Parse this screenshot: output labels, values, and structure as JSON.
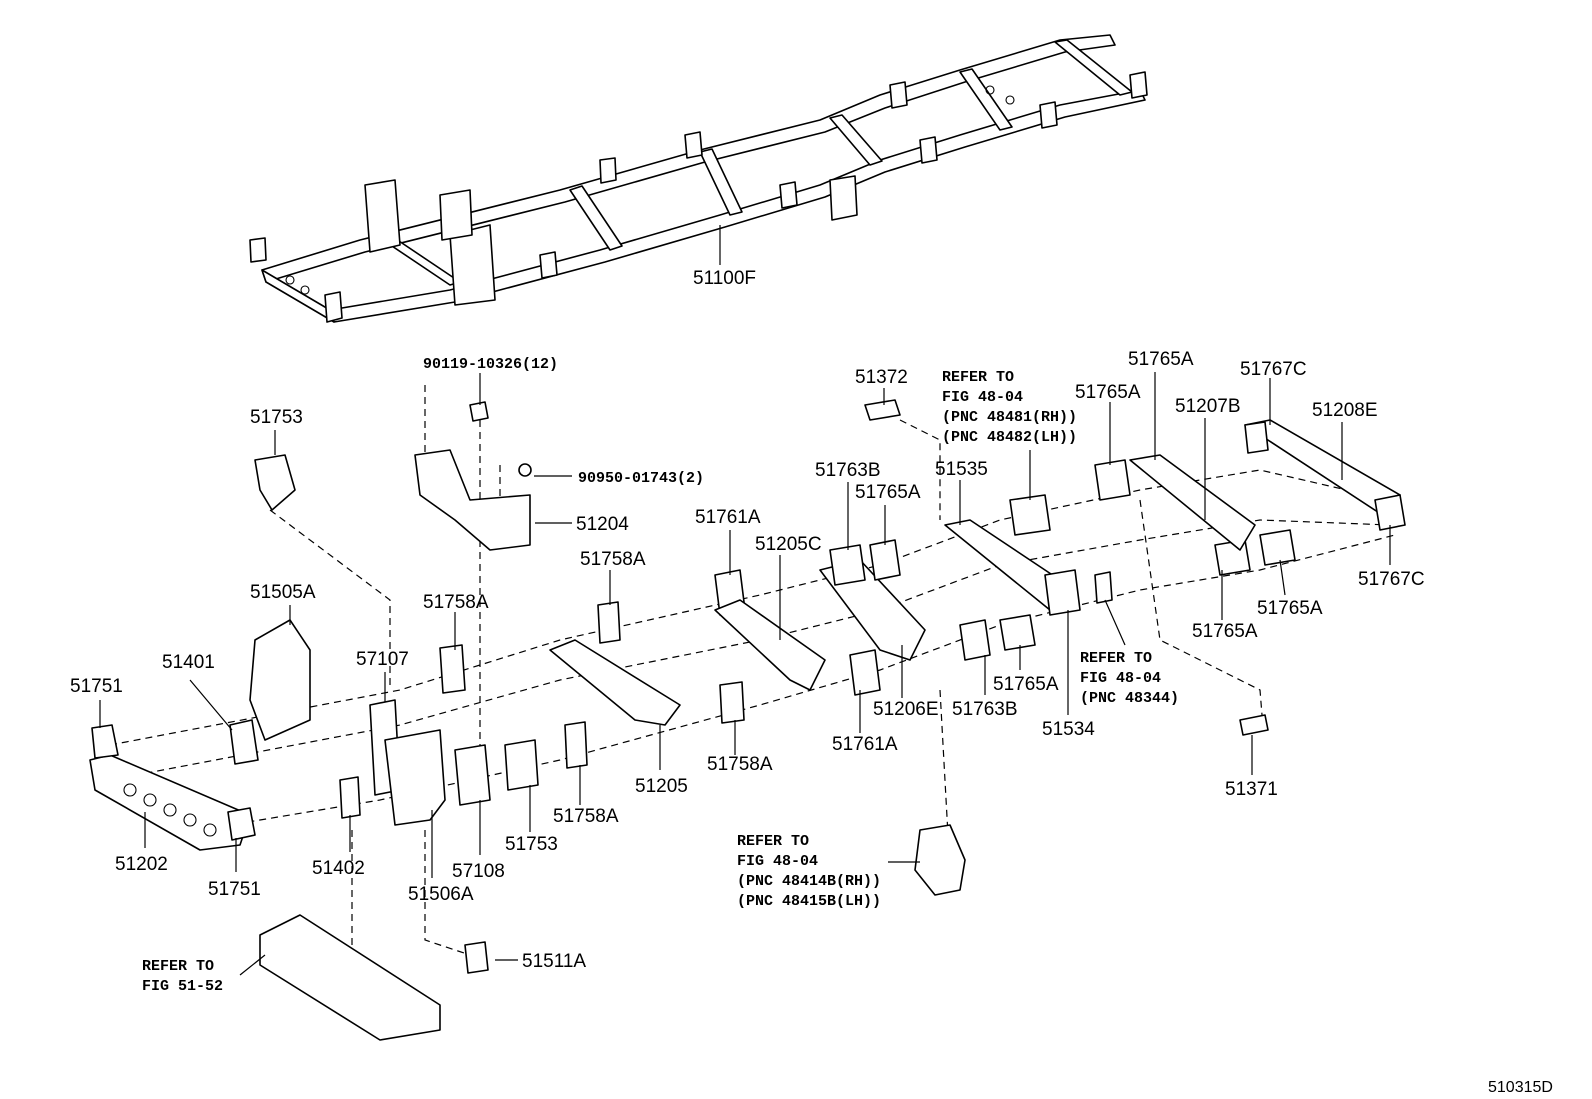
{
  "figure_id": "510315D",
  "labels": {
    "p51100F": "51100F",
    "p51372": "51372",
    "p90119": "90119-10326(12)",
    "p90950": "90950-01743(2)",
    "p51204": "51204",
    "p51753a": "51753",
    "p51753b": "51753",
    "p51505A": "51505A",
    "p51401": "51401",
    "p57107": "57107",
    "p51751a": "51751",
    "p51751b": "51751",
    "p51202": "51202",
    "p51402": "51402",
    "p51506A": "51506A",
    "p57108": "57108",
    "p51511A": "51511A",
    "p51758A1": "51758A",
    "p51758A2": "51758A",
    "p51758A3": "51758A",
    "p51758A4": "51758A",
    "p51205": "51205",
    "p51761A1": "51761A",
    "p51761A2": "51761A",
    "p51205C": "51205C",
    "p51763B1": "51763B",
    "p51763B2": "51763B",
    "p51765A1": "51765A",
    "p51765A2": "51765A",
    "p51765A3": "51765A",
    "p51765A4": "51765A",
    "p51765A5": "51765A",
    "p51765A6": "51765A",
    "p51206E": "51206E",
    "p51535": "51535",
    "p51534": "51534",
    "p51207B": "51207B",
    "p51767C1": "51767C",
    "p51767C2": "51767C",
    "p51208E": "51208E",
    "p51371": "51371"
  },
  "notes": {
    "n1": [
      "REFER TO",
      "FIG 48-04",
      "(PNC 48481(RH))",
      "(PNC 48482(LH))"
    ],
    "n2": [
      "REFER TO",
      "FIG 48-04",
      "(PNC 48344)"
    ],
    "n3": [
      "REFER TO",
      "FIG 48-04",
      "(PNC 48414B(RH))",
      "(PNC 48415B(LH))"
    ],
    "n4": [
      "REFER TO",
      "FIG 51-52"
    ]
  }
}
